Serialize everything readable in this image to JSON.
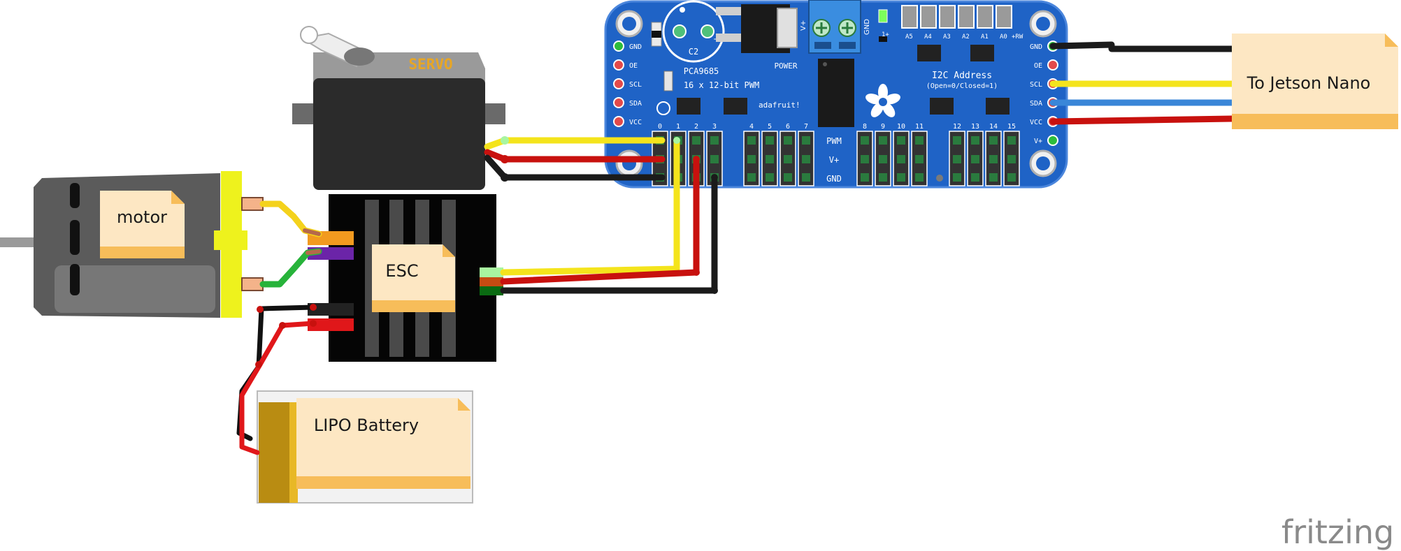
{
  "labels": {
    "motor": "motor",
    "esc": "ESC",
    "battery": "LIPO Battery",
    "jetson": "To Jetson Nano",
    "servo": "SERVO"
  },
  "board": {
    "left_pins": [
      "GND",
      "OE",
      "SCL",
      "SDA",
      "VCC"
    ],
    "right_pins": [
      "GND",
      "OE",
      "SCL",
      "SDA",
      "VCC",
      "V+"
    ],
    "chip_name": "PCA9685",
    "chip_desc": "16 x 12-bit PWM",
    "power": "POWER",
    "cap": "C2",
    "i2c_title": "I2C Address",
    "i2c_sub": "(Open=0/Closed=1)",
    "brand": "adafruit!",
    "addr_pins": [
      "A5",
      "A4",
      "A3",
      "A2",
      "A1",
      "A0",
      "+RW"
    ],
    "vplus_label": "V+",
    "gnd_label": "GND",
    "oneplus": "1+",
    "channel_numbers": [
      "0",
      "1",
      "2",
      "3",
      "4",
      "5",
      "6",
      "7",
      "8",
      "9",
      "10",
      "11",
      "12",
      "13",
      "14",
      "15"
    ],
    "row_labels": [
      "PWM",
      "V+",
      "GND"
    ]
  },
  "watermark": "fritzing",
  "colors": {
    "board": "#1f63c6",
    "board_edge": "#4b86dc",
    "note_fill": "#fde7c3",
    "note_band": "#f7bd5a",
    "wire_yellow": "#f4e41c",
    "wire_red": "#c8110e",
    "wire_black": "#1b1b1b",
    "wire_blue": "#3a86d8",
    "wire_green": "#27b33a",
    "wire_orange": "#f29a1f"
  }
}
